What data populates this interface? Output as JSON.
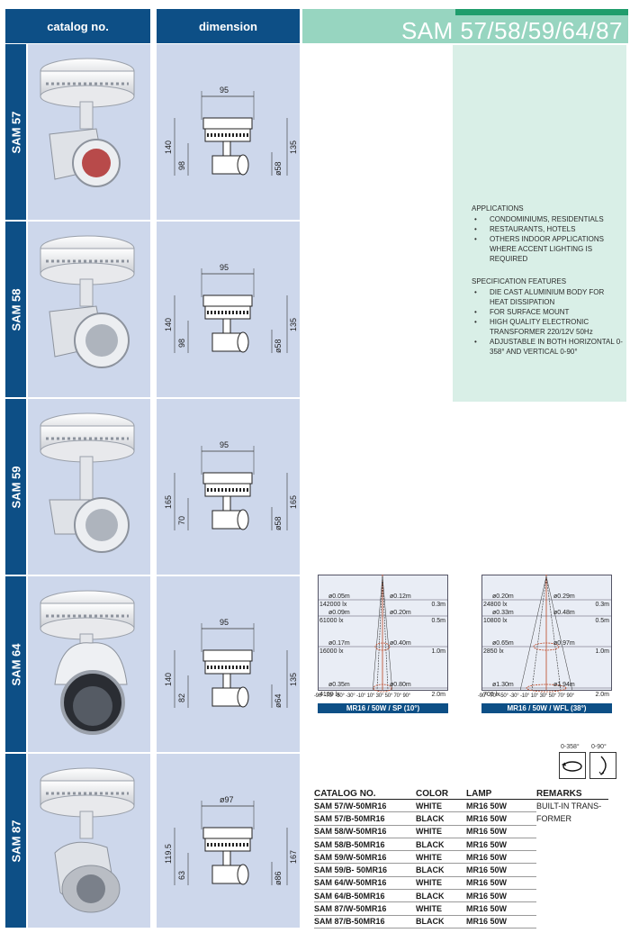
{
  "headers": {
    "catalog": "catalog no.",
    "dimension": "dimension"
  },
  "title": "SAM 57/58/59/64/87",
  "products": [
    {
      "name": "SAM 57",
      "dims": [
        "95",
        "140",
        "98",
        "135",
        "ø58"
      ]
    },
    {
      "name": "SAM 58",
      "dims": [
        "95",
        "140",
        "98",
        "135",
        "ø58"
      ]
    },
    {
      "name": "SAM 59",
      "dims": [
        "95",
        "165",
        "70",
        "165",
        "ø58"
      ]
    },
    {
      "name": "SAM 64",
      "dims": [
        "95",
        "140",
        "82",
        "135",
        "ø64"
      ]
    },
    {
      "name": "SAM 87",
      "dims": [
        "ø97",
        "119.5",
        "63",
        "167",
        "ø86"
      ]
    }
  ],
  "applications": {
    "title": "APPLICATIONS",
    "items": [
      "CONDOMINIUMS, RESIDENTIALS",
      "RESTAURANTS, HOTELS",
      "OTHERS INDOOR APPLICATIONS WHERE ACCENT LIGHTING IS REQUIRED"
    ]
  },
  "specification": {
    "title": "SPECIFICATION  FEATURES",
    "items": [
      "DIE CAST ALUMINIUM BODY FOR HEAT DISSIPATION",
      "FOR SURFACE MOUNT",
      "HIGH QUALITY ELECTRONIC TRANSFORMER 220/12V  50Hz",
      "ADJUSTABLE IN BOTH HORIZONTAL 0-358° AND VERTICAL 0-90°"
    ]
  },
  "photometric": [
    {
      "caption": "MR16 / 50W / SP (10°)",
      "rows": [
        {
          "lux": "142000  lx",
          "left": "ø0.05m",
          "right": "ø0.12m",
          "dist": "0.3m",
          "left2": "ø0.09m",
          "right2": "ø0.20m"
        },
        {
          "lux": "61000  lx",
          "dist": "0.5m"
        },
        {
          "lux": "16000  lx",
          "left": "ø0.17m",
          "right": "ø0.40m",
          "dist": "1.0m"
        },
        {
          "lux": "4100  lx",
          "left": "ø0.35m",
          "right": "ø0.80m",
          "dist": "2.0m"
        }
      ],
      "axis": "-90° -70° -50° -30° -10°  10°  30°  50°  70°  90°"
    },
    {
      "caption": "MR16 / 50W / WFL (38°)",
      "rows": [
        {
          "lux": "24800  lx",
          "left": "ø0.20m",
          "right": "ø0.29m",
          "dist": "0.3m",
          "left2": "ø0.33m",
          "right2": "ø0.48m"
        },
        {
          "lux": "10800  lx",
          "dist": "0.5m"
        },
        {
          "lux": "2850  lx",
          "left": "ø0.65m",
          "right": "ø0.97m",
          "dist": "1.0m"
        },
        {
          "lux": "700  lx",
          "left": "ø1.30m",
          "right": "ø1.94m",
          "dist": "2.0m"
        }
      ],
      "axis": "-90° -70° -50° -30° -10°  10°  30°  50°  70°  90°"
    }
  ],
  "rotation": {
    "horizontal": "0-358°",
    "vertical": "0-90°"
  },
  "table": {
    "headers": [
      "CATALOG NO.",
      "COLOR",
      "LAMP",
      "REMARKS"
    ],
    "rows": [
      [
        "SAM 57/W-50MR16",
        "WHITE",
        "MR16 50W",
        "BUILT-IN TRANS-"
      ],
      [
        "SAM 57/B-50MR16",
        "BLACK",
        "MR16 50W",
        "FORMER"
      ],
      [
        "SAM 58/W-50MR16",
        "WHITE",
        "MR16 50W",
        ""
      ],
      [
        "SAM 58/B-50MR16",
        "BLACK",
        "MR16 50W",
        ""
      ],
      [
        "SAM 59/W-50MR16",
        "WHITE",
        "MR16 50W",
        ""
      ],
      [
        "SAM 59/B- 50MR16",
        "BLACK",
        "MR16 50W",
        ""
      ],
      [
        "SAM 64/W-50MR16",
        "WHITE",
        "MR16 50W",
        ""
      ],
      [
        "SAM 64/B-50MR16",
        "BLACK",
        "MR16 50W",
        ""
      ],
      [
        "SAM 87/W-50MR16",
        "WHITE",
        "MR16 50W",
        ""
      ],
      [
        "SAM 87/B-50MR16",
        "BLACK",
        "MR16 50W",
        ""
      ]
    ]
  }
}
